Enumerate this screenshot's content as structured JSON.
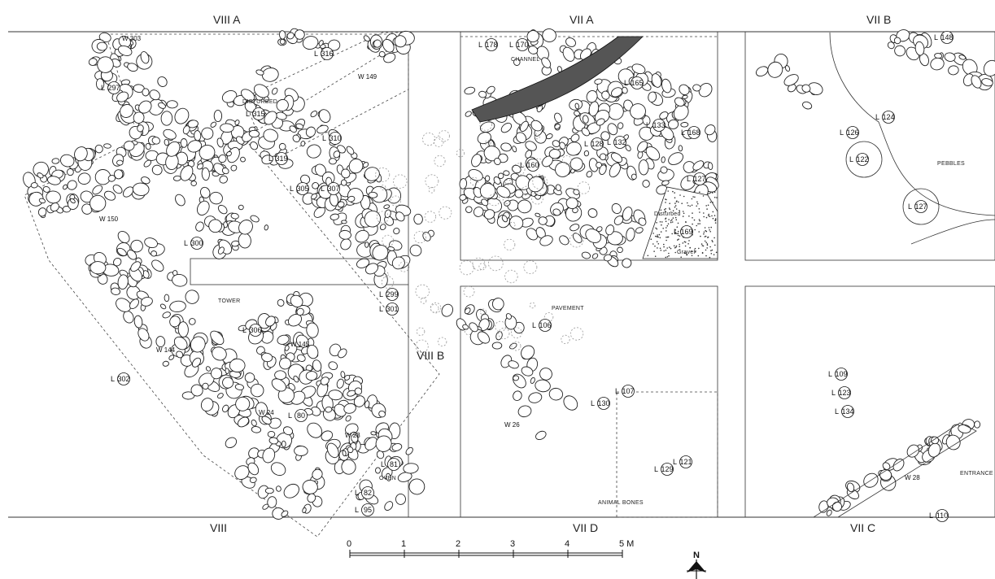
{
  "areas": {
    "viii_a": "VIII A",
    "vii_a": "VII A",
    "vii_b": "VII B",
    "viii_b": "VIII B",
    "viii": "VIII",
    "vii_d": "VII D",
    "vii_c": "VII C"
  },
  "loci": {
    "l297": "297",
    "l316": "316",
    "l315": "315",
    "l319": "319",
    "l305": "305",
    "l307": "307",
    "l310": "310",
    "l300": "300",
    "l299": "299",
    "l301": "301",
    "l306": "306",
    "l302": "302",
    "l80": "80",
    "l81": "81",
    "l82": "82",
    "l95": "95",
    "l178": "178",
    "l170": "170",
    "l165": "165",
    "l133": "133",
    "l168": "168",
    "l128": "128",
    "l132": "132",
    "l127": "127",
    "l160": "160",
    "l169": "169",
    "l106": "106",
    "l107": "107",
    "l130": "130",
    "l121": "121",
    "l129": "129",
    "l148": "148",
    "l124": "124",
    "l126": "126",
    "l122": "122",
    "l127b": "127",
    "l109": "109",
    "l123": "123",
    "l134": "134",
    "l110": "110"
  },
  "walls": {
    "w303": "W 303",
    "w149": "W 149",
    "w150": "W 150",
    "w144": "W 144",
    "w145": "W 145",
    "w24": "W 24",
    "w23": "W 23",
    "w26": "W 26",
    "w28": "W 28"
  },
  "notes": {
    "disturbed": "DISTURBED",
    "tower": "TOWER",
    "oven": "OVEN",
    "channel": "CHANNEL",
    "pavement": "PAVEMENT",
    "disturbed_small": "Disturbed",
    "pebbles": "PEBBLES",
    "animal_bones": "ANIMAL BONES",
    "entrance": "ENTRANCE",
    "gravel": "Gravel"
  },
  "scale": {
    "ticks": [
      "0",
      "1",
      "2",
      "3",
      "4"
    ],
    "end": "5 M"
  },
  "north": {
    "label": "N"
  }
}
